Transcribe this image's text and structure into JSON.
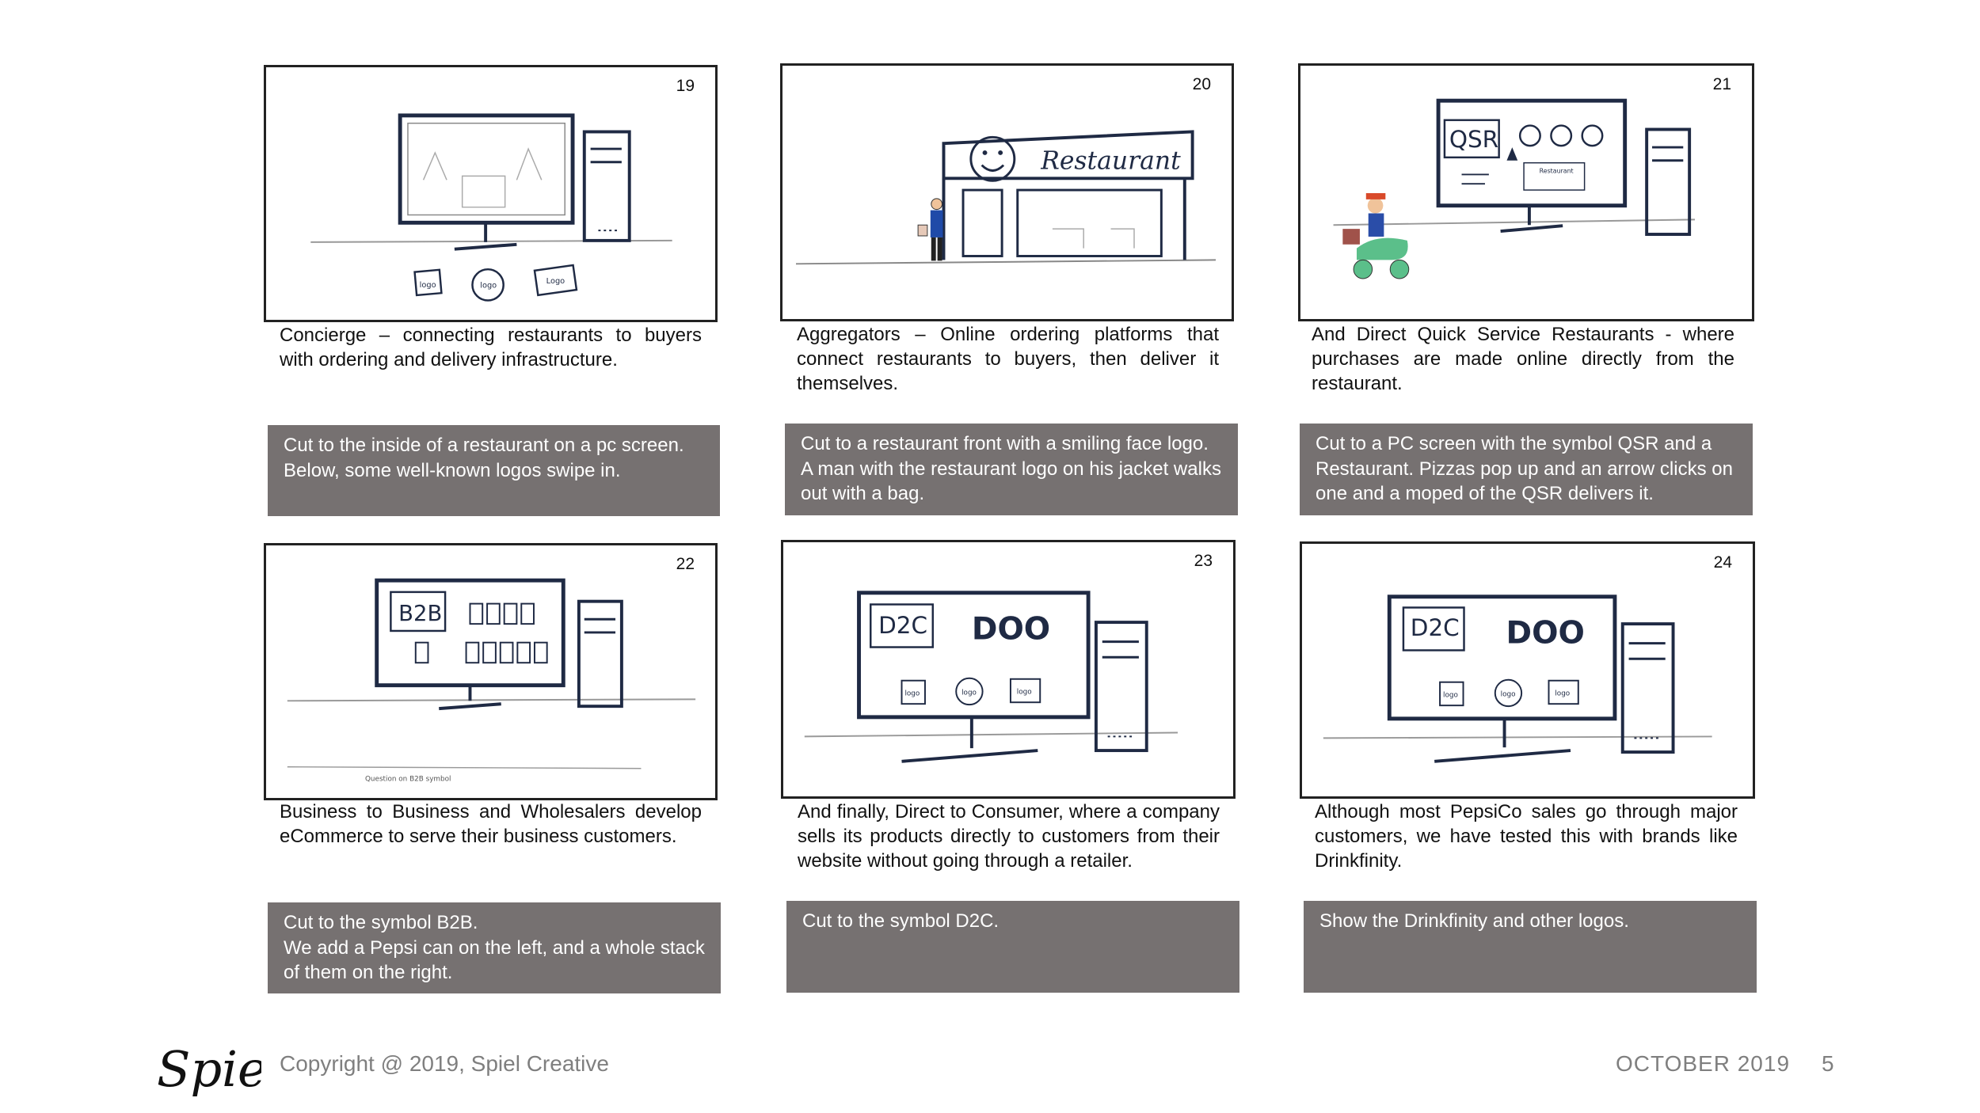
{
  "panels": [
    {
      "number": "19",
      "description": "Concierge – connecting restaurants to buyers with ordering and delivery infrastructure.",
      "note": "Cut to the inside of a restaurant on a pc screen.\nBelow, some well-known logos swipe in.",
      "sketch": {
        "logo_a": "logo",
        "logo_b": "logo",
        "logo_c": "Logo"
      }
    },
    {
      "number": "20",
      "description": "Aggregators – Online ordering platforms that connect restaurants to buyers, then deliver it themselves.",
      "note": "Cut to a restaurant front with a smiling face logo. A man with the restaurant logo on his jacket walks out with a bag.",
      "sketch": {
        "sign": "Restaurant"
      }
    },
    {
      "number": "21",
      "description": "And Direct Quick Service Restaurants - where purchases are made online directly from the restaurant.",
      "note": "Cut to a PC screen with the symbol QSR and a Restaurant. Pizzas pop up and an arrow clicks on one and a moped of the QSR delivers it.",
      "sketch": {
        "symbol": "QSR",
        "mini_sign": "Restaurant"
      }
    },
    {
      "number": "22",
      "description": "Business to Business and Wholesalers develop eCommerce to serve their business customers.",
      "note": "Cut to the symbol B2B.\nWe add a Pepsi can on the left, and a whole stack of them on the right.",
      "sketch": {
        "symbol": "B2B",
        "caption": "Question on B2B symbol"
      }
    },
    {
      "number": "23",
      "description": "And finally, Direct to Consumer, where a company sells its products directly to customers from their website without going through a retailer.",
      "note": "Cut to the symbol D2C.",
      "sketch": {
        "symbol": "D2C",
        "brand": "DOO",
        "logo_a": "logo",
        "logo_b": "logo",
        "logo_c": "logo"
      }
    },
    {
      "number": "24",
      "description": "Although most PepsiCo sales go through major customers, we have tested this with brands like Drinkfinity.",
      "note": "Show the Drinkfinity and other logos.",
      "sketch": {
        "symbol": "D2C",
        "brand": "DOO",
        "logo_a": "logo",
        "logo_b": "logo",
        "logo_c": "logo"
      }
    }
  ],
  "footer": {
    "brand": "Spiel",
    "copyright": "Copyright @ 2019, Spiel Creative",
    "date": "OCTOBER 2019",
    "page": "5"
  },
  "colors": {
    "note_bg": "#767171",
    "footer_text": "#7f7f7f",
    "ink": "#1f2a44"
  }
}
